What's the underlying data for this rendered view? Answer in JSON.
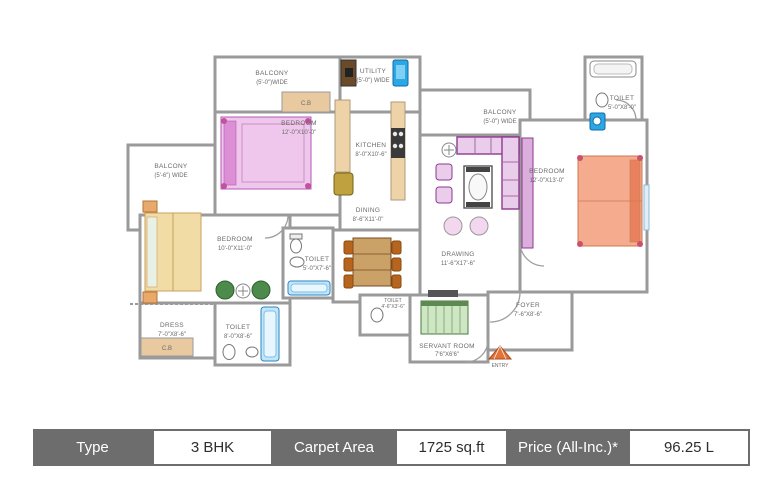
{
  "plan": {
    "rooms": {
      "balcony_top": {
        "name": "BALCONY",
        "dim": "(5'-0\")WIDE"
      },
      "utility": {
        "name": "UTILITY",
        "dim": "(5'-0\") WIDE"
      },
      "cb_top": {
        "name": "C.B"
      },
      "bedroom_top": {
        "name": "BEDROOM",
        "dim": "12'-0\"X10'-0\""
      },
      "kitchen": {
        "name": "KITCHEN",
        "dim": "8'-0\"X10'-6\""
      },
      "balcony_left": {
        "name": "BALCONY",
        "dim": "(5'-6\") WIDE"
      },
      "balcony_right": {
        "name": "BALCONY",
        "dim": "(5'-0\") WIDE"
      },
      "toilet_top_right": {
        "name": "TOILET",
        "dim": "5'-0\"X8'-0\""
      },
      "bedroom_right": {
        "name": "BEDROOM",
        "dim": "12'-0\"X13'-0\""
      },
      "drawing": {
        "name": "DRAWING",
        "dim": "11'-6\"X17'-6\""
      },
      "dining": {
        "name": "DINING",
        "dim": "8'-6\"X11'-0\""
      },
      "bedroom_left": {
        "name": "BEDROOM",
        "dim": "10'-0\"X11'-0\""
      },
      "toilet_mid": {
        "name": "TOILET",
        "dim": "5'-0\"X7'-6\""
      },
      "dress": {
        "name": "DRESS",
        "dim": "7'-0\"X8'-6\""
      },
      "cb_bottom": {
        "name": "C.B"
      },
      "toilet_bottom_left": {
        "name": "TOILET",
        "dim": "8'-0\"X8'-6\""
      },
      "toilet_servant": {
        "name": "TOILET",
        "dim": "4'-6\"X3'-6\""
      },
      "servant_room": {
        "name": "SERVANT ROOM",
        "dim": "7'6\"X6'6\""
      },
      "foyer": {
        "name": "FOYER",
        "dim": "7'-6\"X8'-6\""
      },
      "entry": {
        "name": "ENTRY"
      }
    }
  },
  "table": {
    "cells": [
      {
        "label": "Type",
        "kind": "header"
      },
      {
        "label": "3 BHK",
        "kind": "value"
      },
      {
        "label": "Carpet Area",
        "kind": "header"
      },
      {
        "label": "1725 sq.ft",
        "kind": "value"
      },
      {
        "label": "Price (All-Inc.)*",
        "kind": "header"
      },
      {
        "label": "96.25 L",
        "kind": "value"
      }
    ]
  },
  "colors": {
    "wall": "#9a9a9a",
    "table_header_bg": "#6d6d6d",
    "table_value_text": "#2e2e2e",
    "bed_pink": "#efc7ec",
    "bed_tan": "#f2dca6",
    "bed_orange": "#f4ab8e",
    "sofa_purple": "#8e3a8e",
    "fixture_blue": "#29a8e4",
    "plant_green": "#4c8b4c",
    "counter_tan": "#eed2a8",
    "entry_orange": "#e4733a"
  }
}
